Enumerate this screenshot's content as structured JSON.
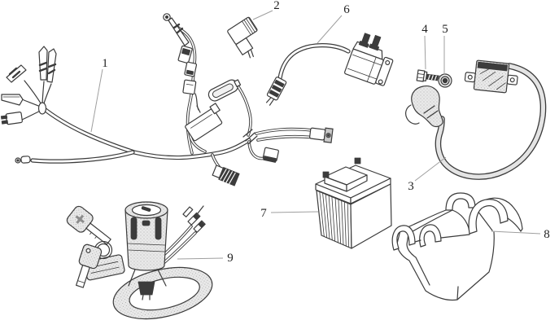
{
  "figure": {
    "background": "#ffffff",
    "line_color": "#3b3b3b",
    "leader_color": "#9f9f9f",
    "shade_color": "#e4e4e4"
  },
  "callouts": {
    "wiring_harness": {
      "number": "1"
    },
    "cdi_unit": {
      "number": "2"
    },
    "spark_plug_lead": {
      "number": "3"
    },
    "bolt": {
      "number": "4"
    },
    "nut": {
      "number": "5"
    },
    "rectifier_regulator": {
      "number": "6"
    },
    "battery": {
      "number": "7"
    },
    "battery_box": {
      "number": "8"
    },
    "ignition_switch": {
      "number": "9"
    }
  }
}
